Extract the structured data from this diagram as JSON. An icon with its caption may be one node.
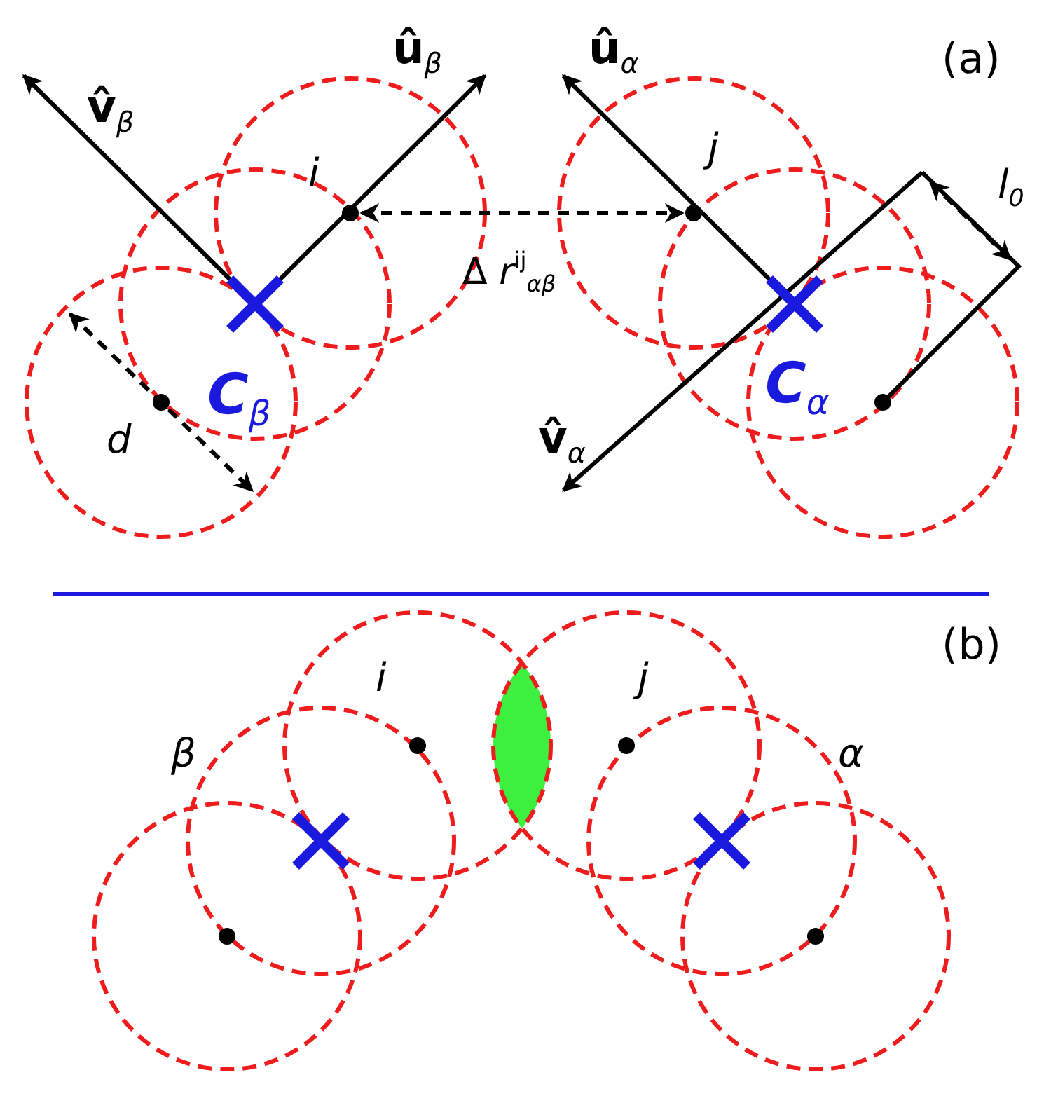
{
  "diagram": {
    "labels": [
      "û$_{β}$",
      "û$_{α}$",
      "(a)",
      "v̂$_{β}$",
      "i",
      "j",
      "l$_{0}$",
      "Δ *r*$^{ij}$$_{αβ}$",
      "C$_{β}$",
      "C$_{α}$",
      "d",
      "v̂$_{α}$",
      "(b)",
      "i",
      "j",
      "β",
      "α"
    ]
  }
}
